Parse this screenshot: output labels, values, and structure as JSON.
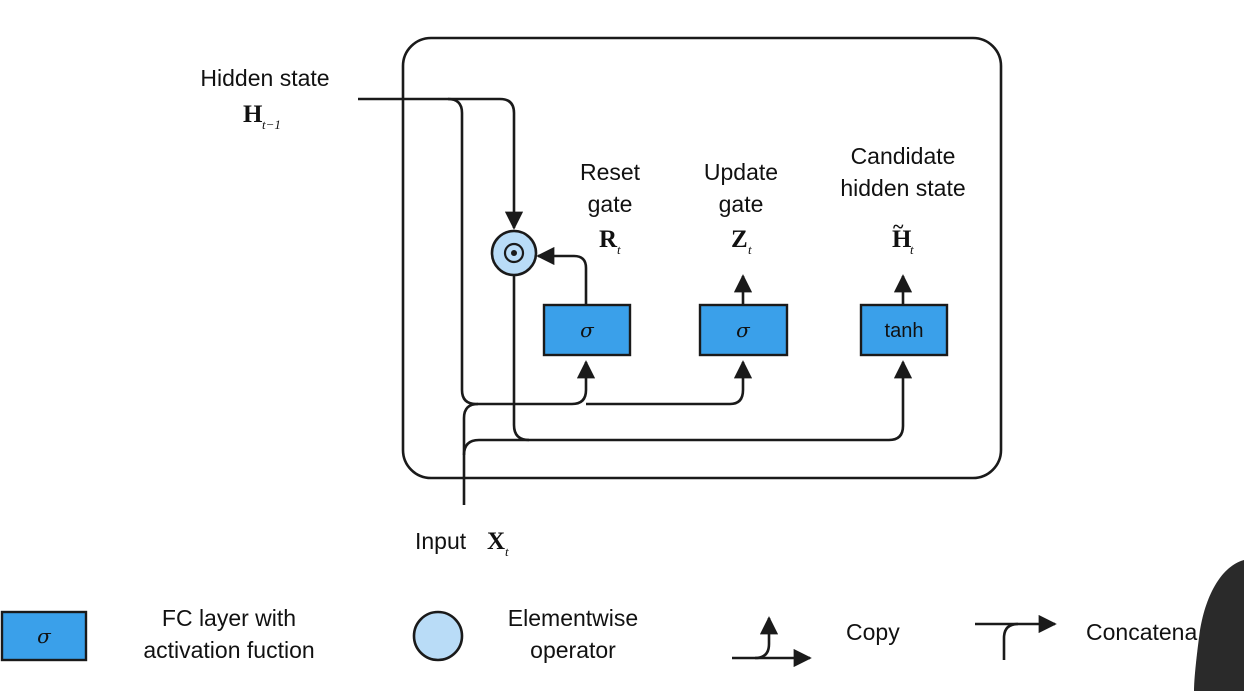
{
  "cell": {
    "hidden_state_label": "Hidden state",
    "hidden_state_symbol": "H",
    "hidden_state_sub": "t−1",
    "input_label": "Input",
    "input_symbol": "X",
    "input_sub": "t",
    "reset": {
      "line1": "Reset",
      "line2": "gate",
      "symbol": "R",
      "sub": "t",
      "fn": "σ"
    },
    "update": {
      "line1": "Update",
      "line2": "gate",
      "symbol": "Z",
      "sub": "t",
      "fn": "σ"
    },
    "candidate": {
      "line1": "Candidate",
      "line2": "hidden state",
      "symbol": "H",
      "tilde": "~",
      "sub": "t",
      "fn": "tanh"
    },
    "elementwise_symbol": "⊙"
  },
  "legend": {
    "fc_symbol": "σ",
    "fc_line1": "FC layer with",
    "fc_line2": "activation fuction",
    "elem_line1": "Elementwise",
    "elem_line2": "operator",
    "copy": "Copy",
    "concat": "Concatena"
  },
  "colors": {
    "fc_fill": "#3aa0ea",
    "elem_fill": "#b9dcf7",
    "stroke": "#1a1a1a"
  }
}
